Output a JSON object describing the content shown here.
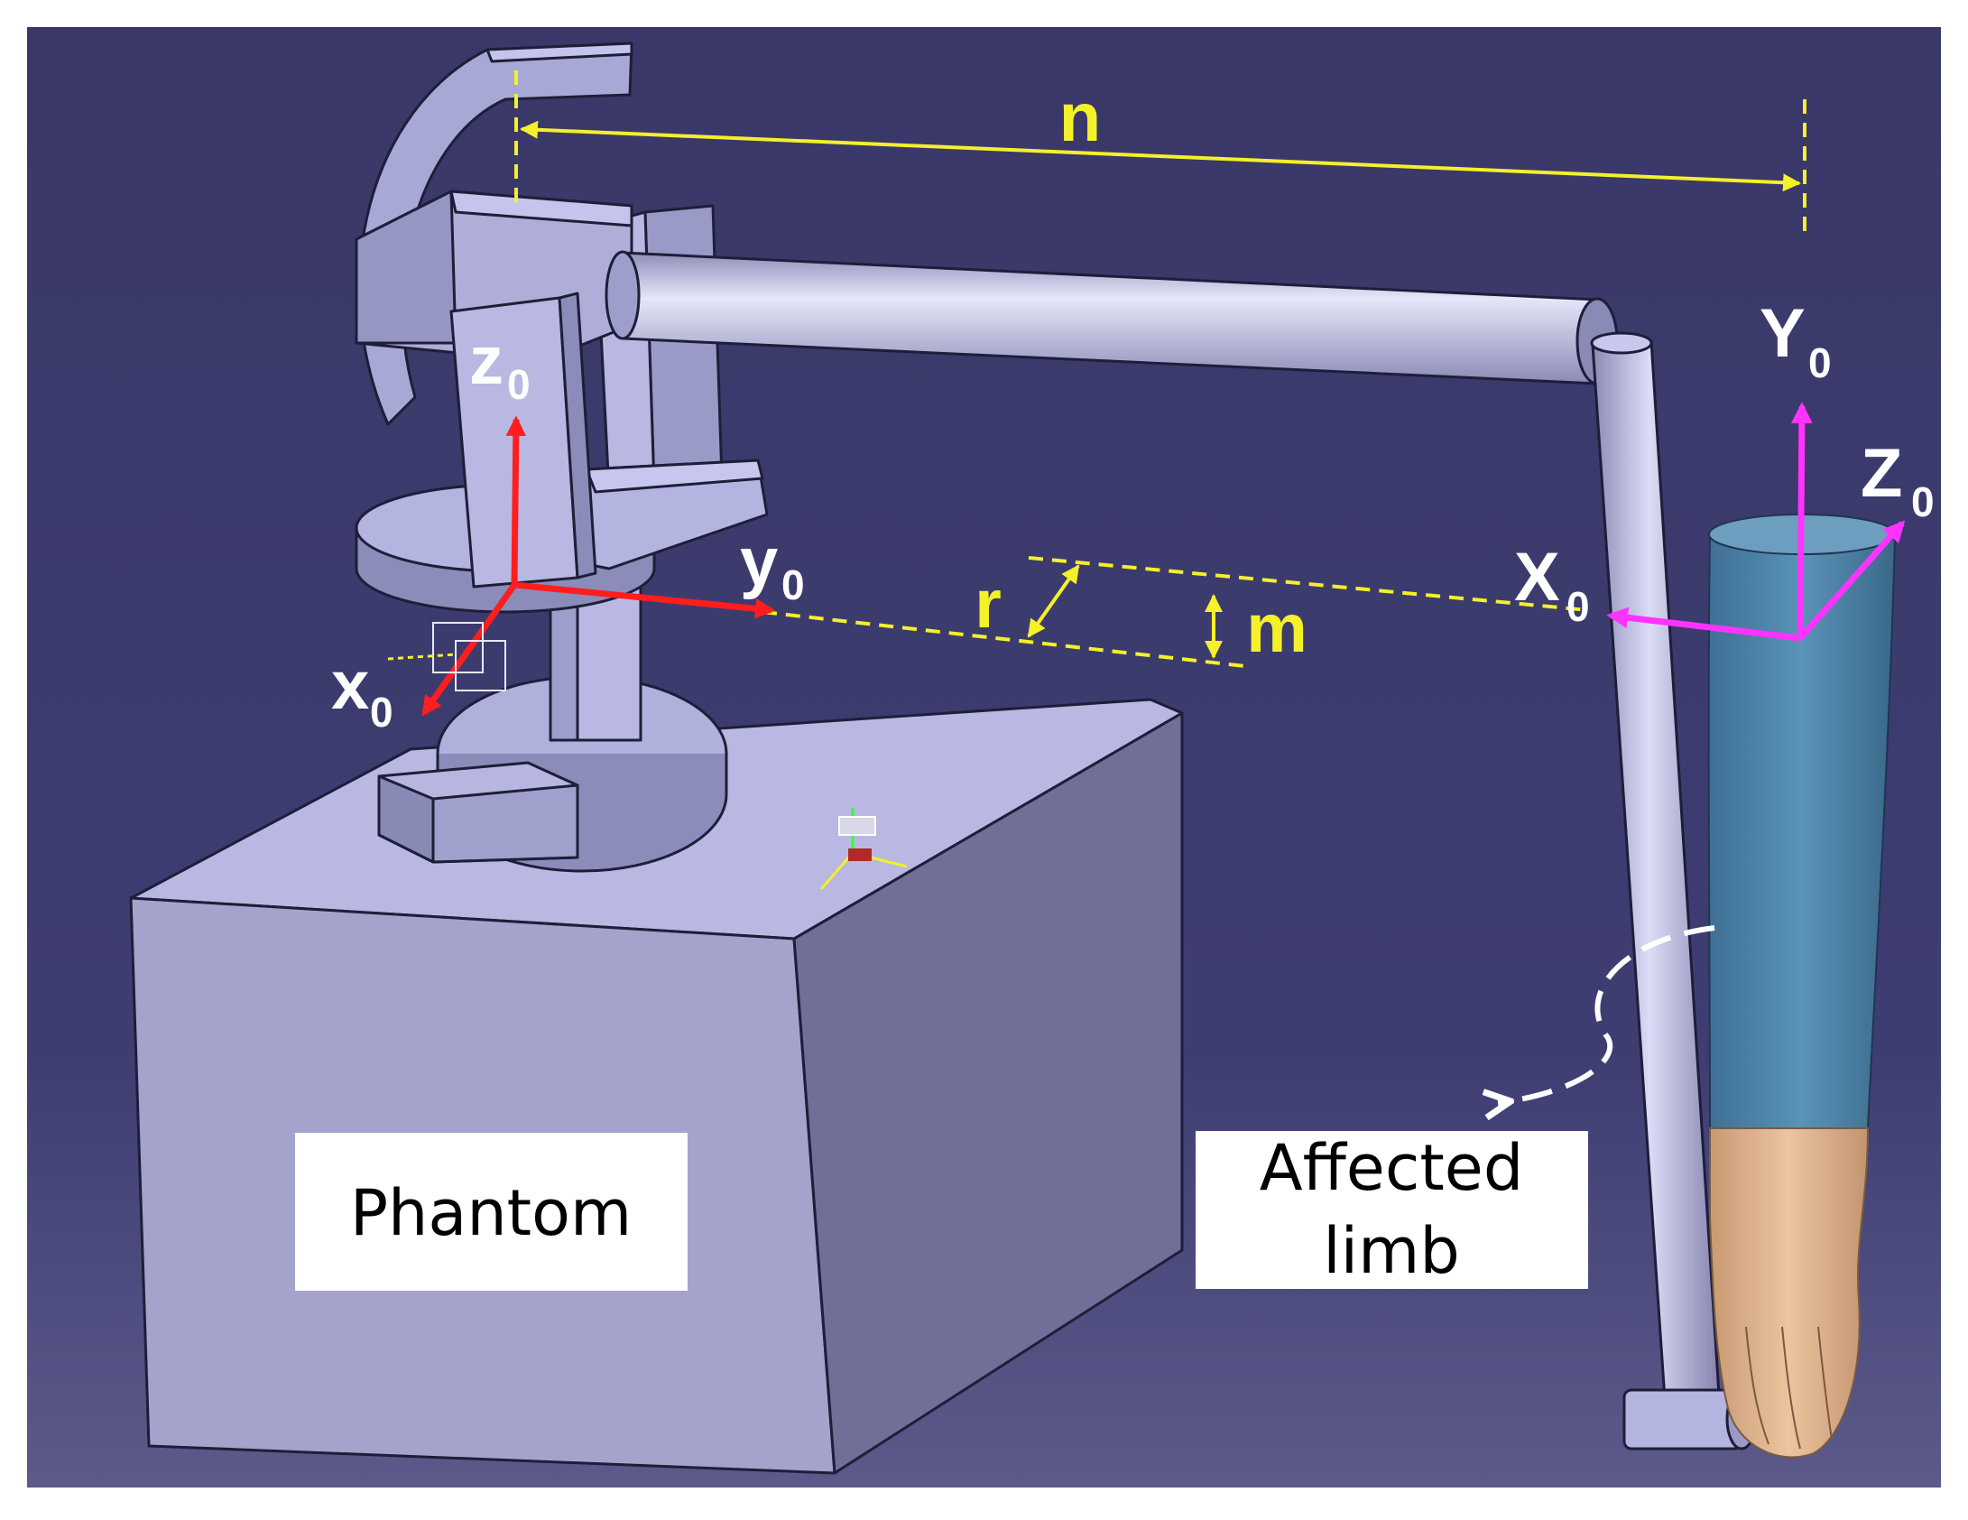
{
  "labels": {
    "phantom": "Phantom",
    "affected_limb_line1": "Affected",
    "affected_limb_line2": "limb"
  },
  "dimensions": {
    "n": "n",
    "r": "r",
    "m": "m"
  },
  "frames": {
    "phantom": {
      "z": "z",
      "y": "y",
      "x": "x",
      "sub": "0"
    },
    "limb": {
      "Y": "Y",
      "Z": "Z",
      "X": "X",
      "sub": "0"
    }
  },
  "colors": {
    "background": "#3b3a6e",
    "part": "#b4b4e0",
    "part_dark": "#8c8cba",
    "dimension": "#f4f02a",
    "phantom_axes": "#ff1e1e",
    "limb_axes": "#ff33ff",
    "sleeve": "#4a82a8",
    "hand": "#e2b48c"
  }
}
